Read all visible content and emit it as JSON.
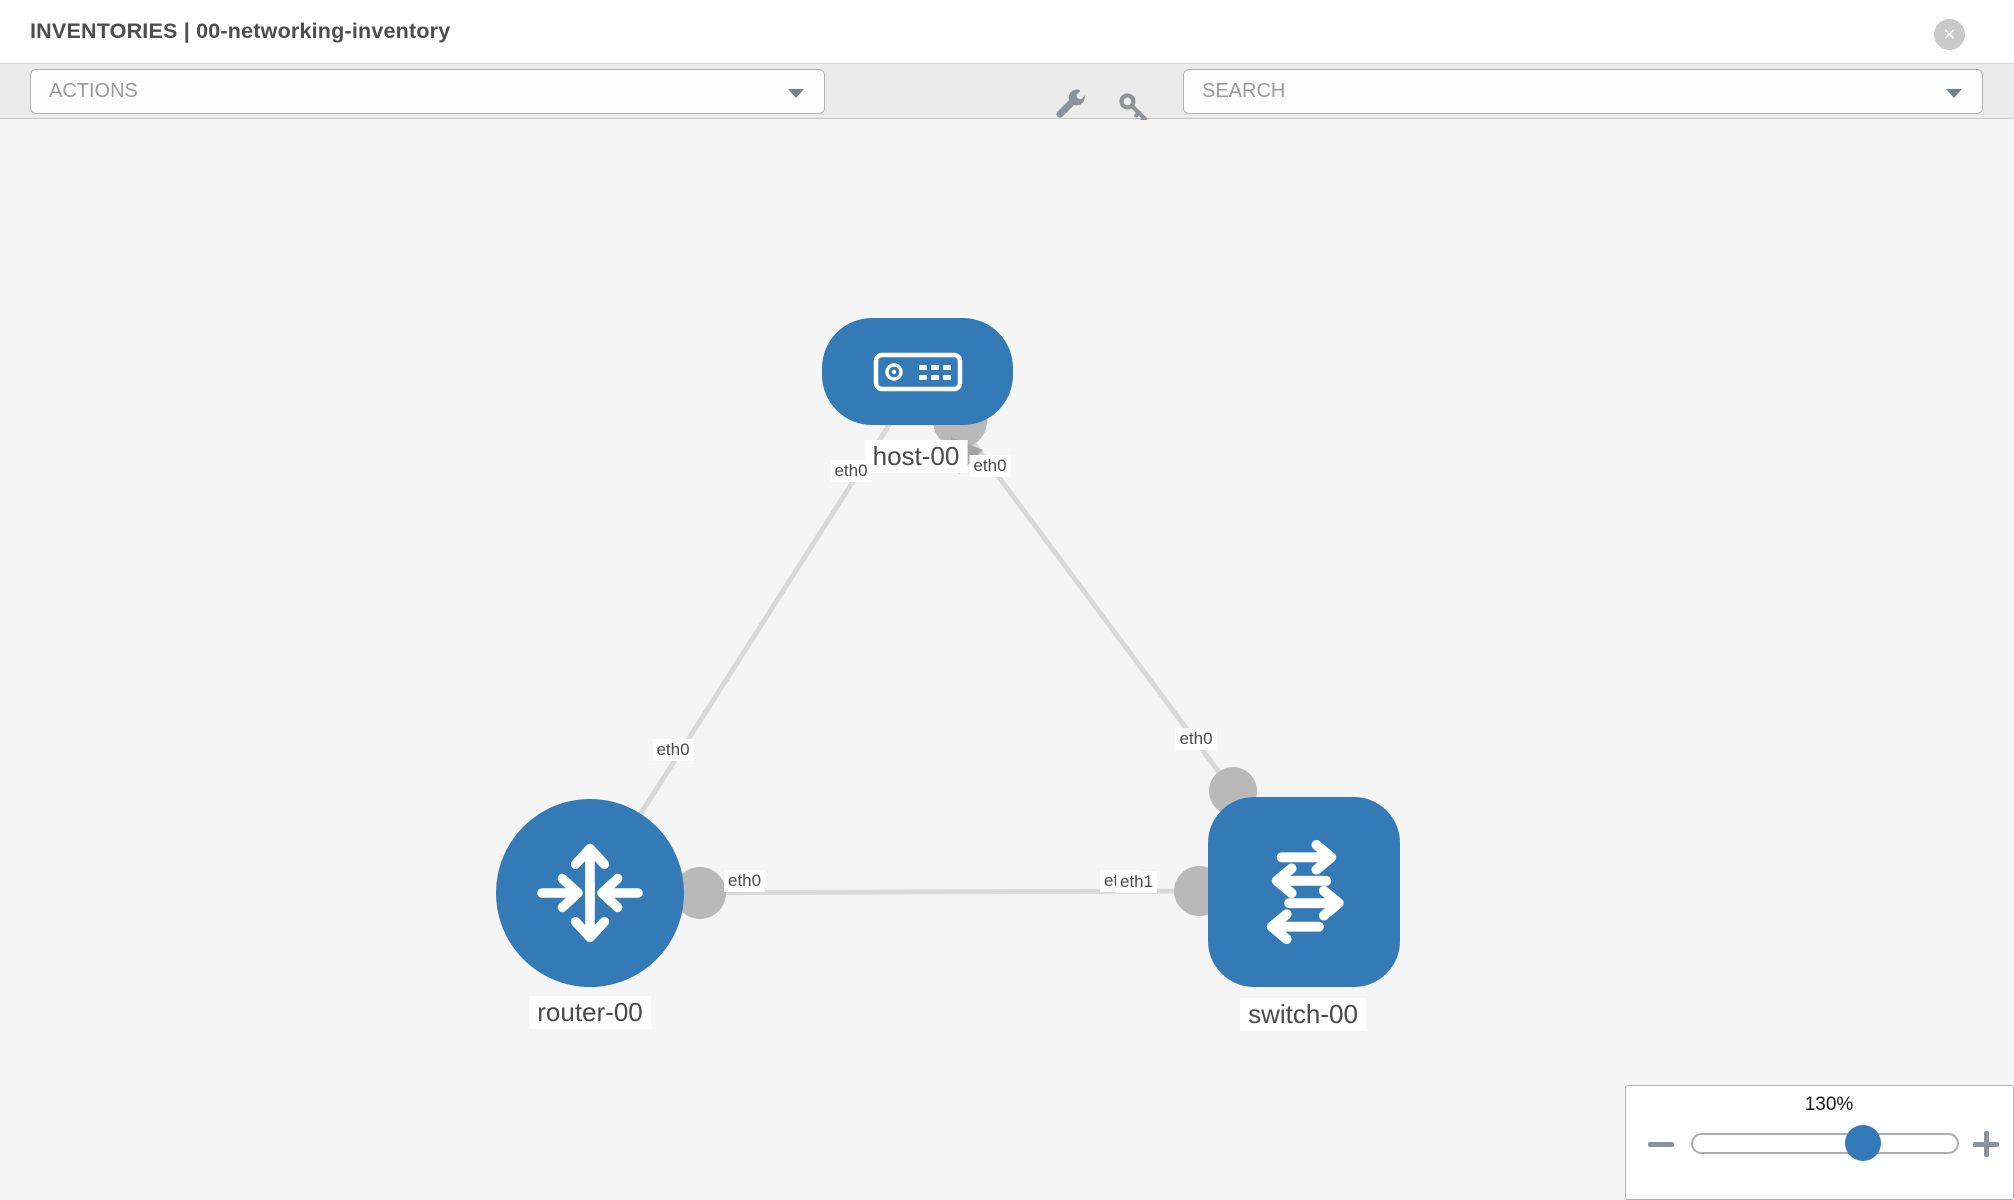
{
  "header": {
    "title": "INVENTORIES | 00-networking-inventory"
  },
  "toolbar": {
    "actions_label": "ACTIONS",
    "search_label": "SEARCH"
  },
  "topology": {
    "nodes": [
      {
        "label": "host-00",
        "type": "host"
      },
      {
        "label": "router-00",
        "type": "router"
      },
      {
        "label": "switch-00",
        "type": "switch"
      }
    ],
    "links": [
      {
        "from": "router-00",
        "to": "host-00",
        "from_interface": "eth0",
        "to_interface": "eth0"
      },
      {
        "from": "host-00",
        "to": "switch-00",
        "from_interface": "eth0",
        "to_interface": "eth0"
      },
      {
        "from": "router-00",
        "to": "switch-00",
        "from_interface": "eth0",
        "to_interface": "eth1"
      }
    ],
    "interface_labels": {
      "host_left": "eth0",
      "host_right": "eth0",
      "router_host_link": "eth0",
      "host_switch_link": "eth0",
      "router_port": "eth0",
      "switch_port_back": "eth0",
      "switch_port_front": "eth1"
    }
  },
  "zoom_panel": {
    "level": "130%"
  },
  "colors": {
    "node_blue": "#337ab7",
    "link_gray": "#d9d9d9",
    "port_gray": "#b9b9b9",
    "icon_gray": "#8d939b"
  }
}
